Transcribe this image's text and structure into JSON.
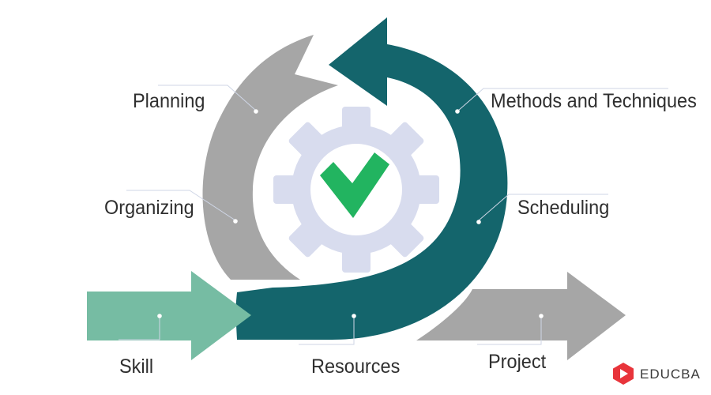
{
  "diagram": {
    "labels": {
      "planning": "Planning",
      "methods": "Methods and Techniques",
      "organizing": "Organizing",
      "scheduling": "Scheduling",
      "skill": "Skill",
      "resources": "Resources",
      "project": "Project"
    },
    "center_icon": "checkmark-in-gear-icon"
  },
  "brand": {
    "name": "EDUCBA",
    "logo_icon": "educba-logo-icon"
  },
  "colors": {
    "teal": "#14656c",
    "gray": "#a6a6a6",
    "light_green": "#76bca3",
    "gear": "#d8dcee",
    "check": "#22b460",
    "brand_red": "#e8343b"
  }
}
